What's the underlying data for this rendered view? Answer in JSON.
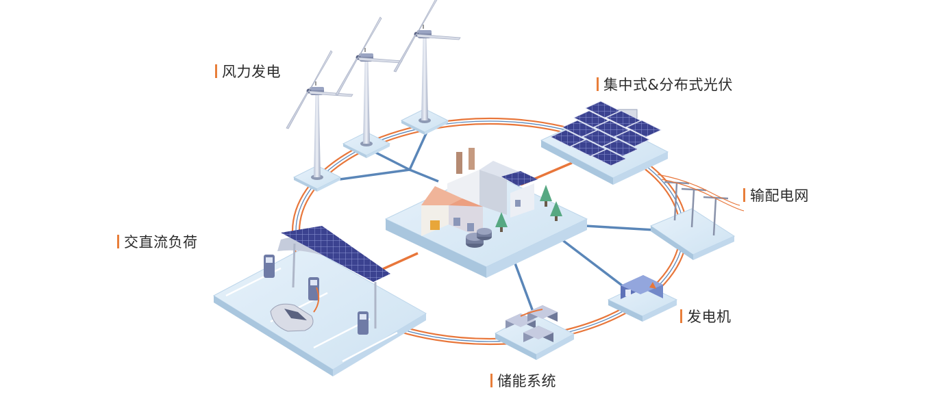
{
  "labels": {
    "wind": "风力发电",
    "pv": "集中式&分布式光伏",
    "grid": "输配电网",
    "dc_load": "交直流负荷",
    "generator": "发电机",
    "storage": "储能系统"
  },
  "colors": {
    "label_accent": "#e87e3a",
    "ring_orange": "#e8763a",
    "link_blue": "#5a86b8",
    "platform": "#d6e8f5",
    "solar_panel": "#3a3f8c"
  },
  "nodes": [
    {
      "id": "wind",
      "label_key": "wind",
      "icon": "wind-turbine-icon"
    },
    {
      "id": "pv",
      "label_key": "pv",
      "icon": "solar-panel-icon"
    },
    {
      "id": "grid",
      "label_key": "grid",
      "icon": "transmission-tower-icon"
    },
    {
      "id": "generator",
      "label_key": "generator",
      "icon": "generator-icon"
    },
    {
      "id": "storage",
      "label_key": "storage",
      "icon": "battery-icon"
    },
    {
      "id": "dc_load",
      "label_key": "dc_load",
      "icon": "ev-charger-icon"
    },
    {
      "id": "center",
      "label_key": null,
      "icon": "factory-icon"
    }
  ]
}
